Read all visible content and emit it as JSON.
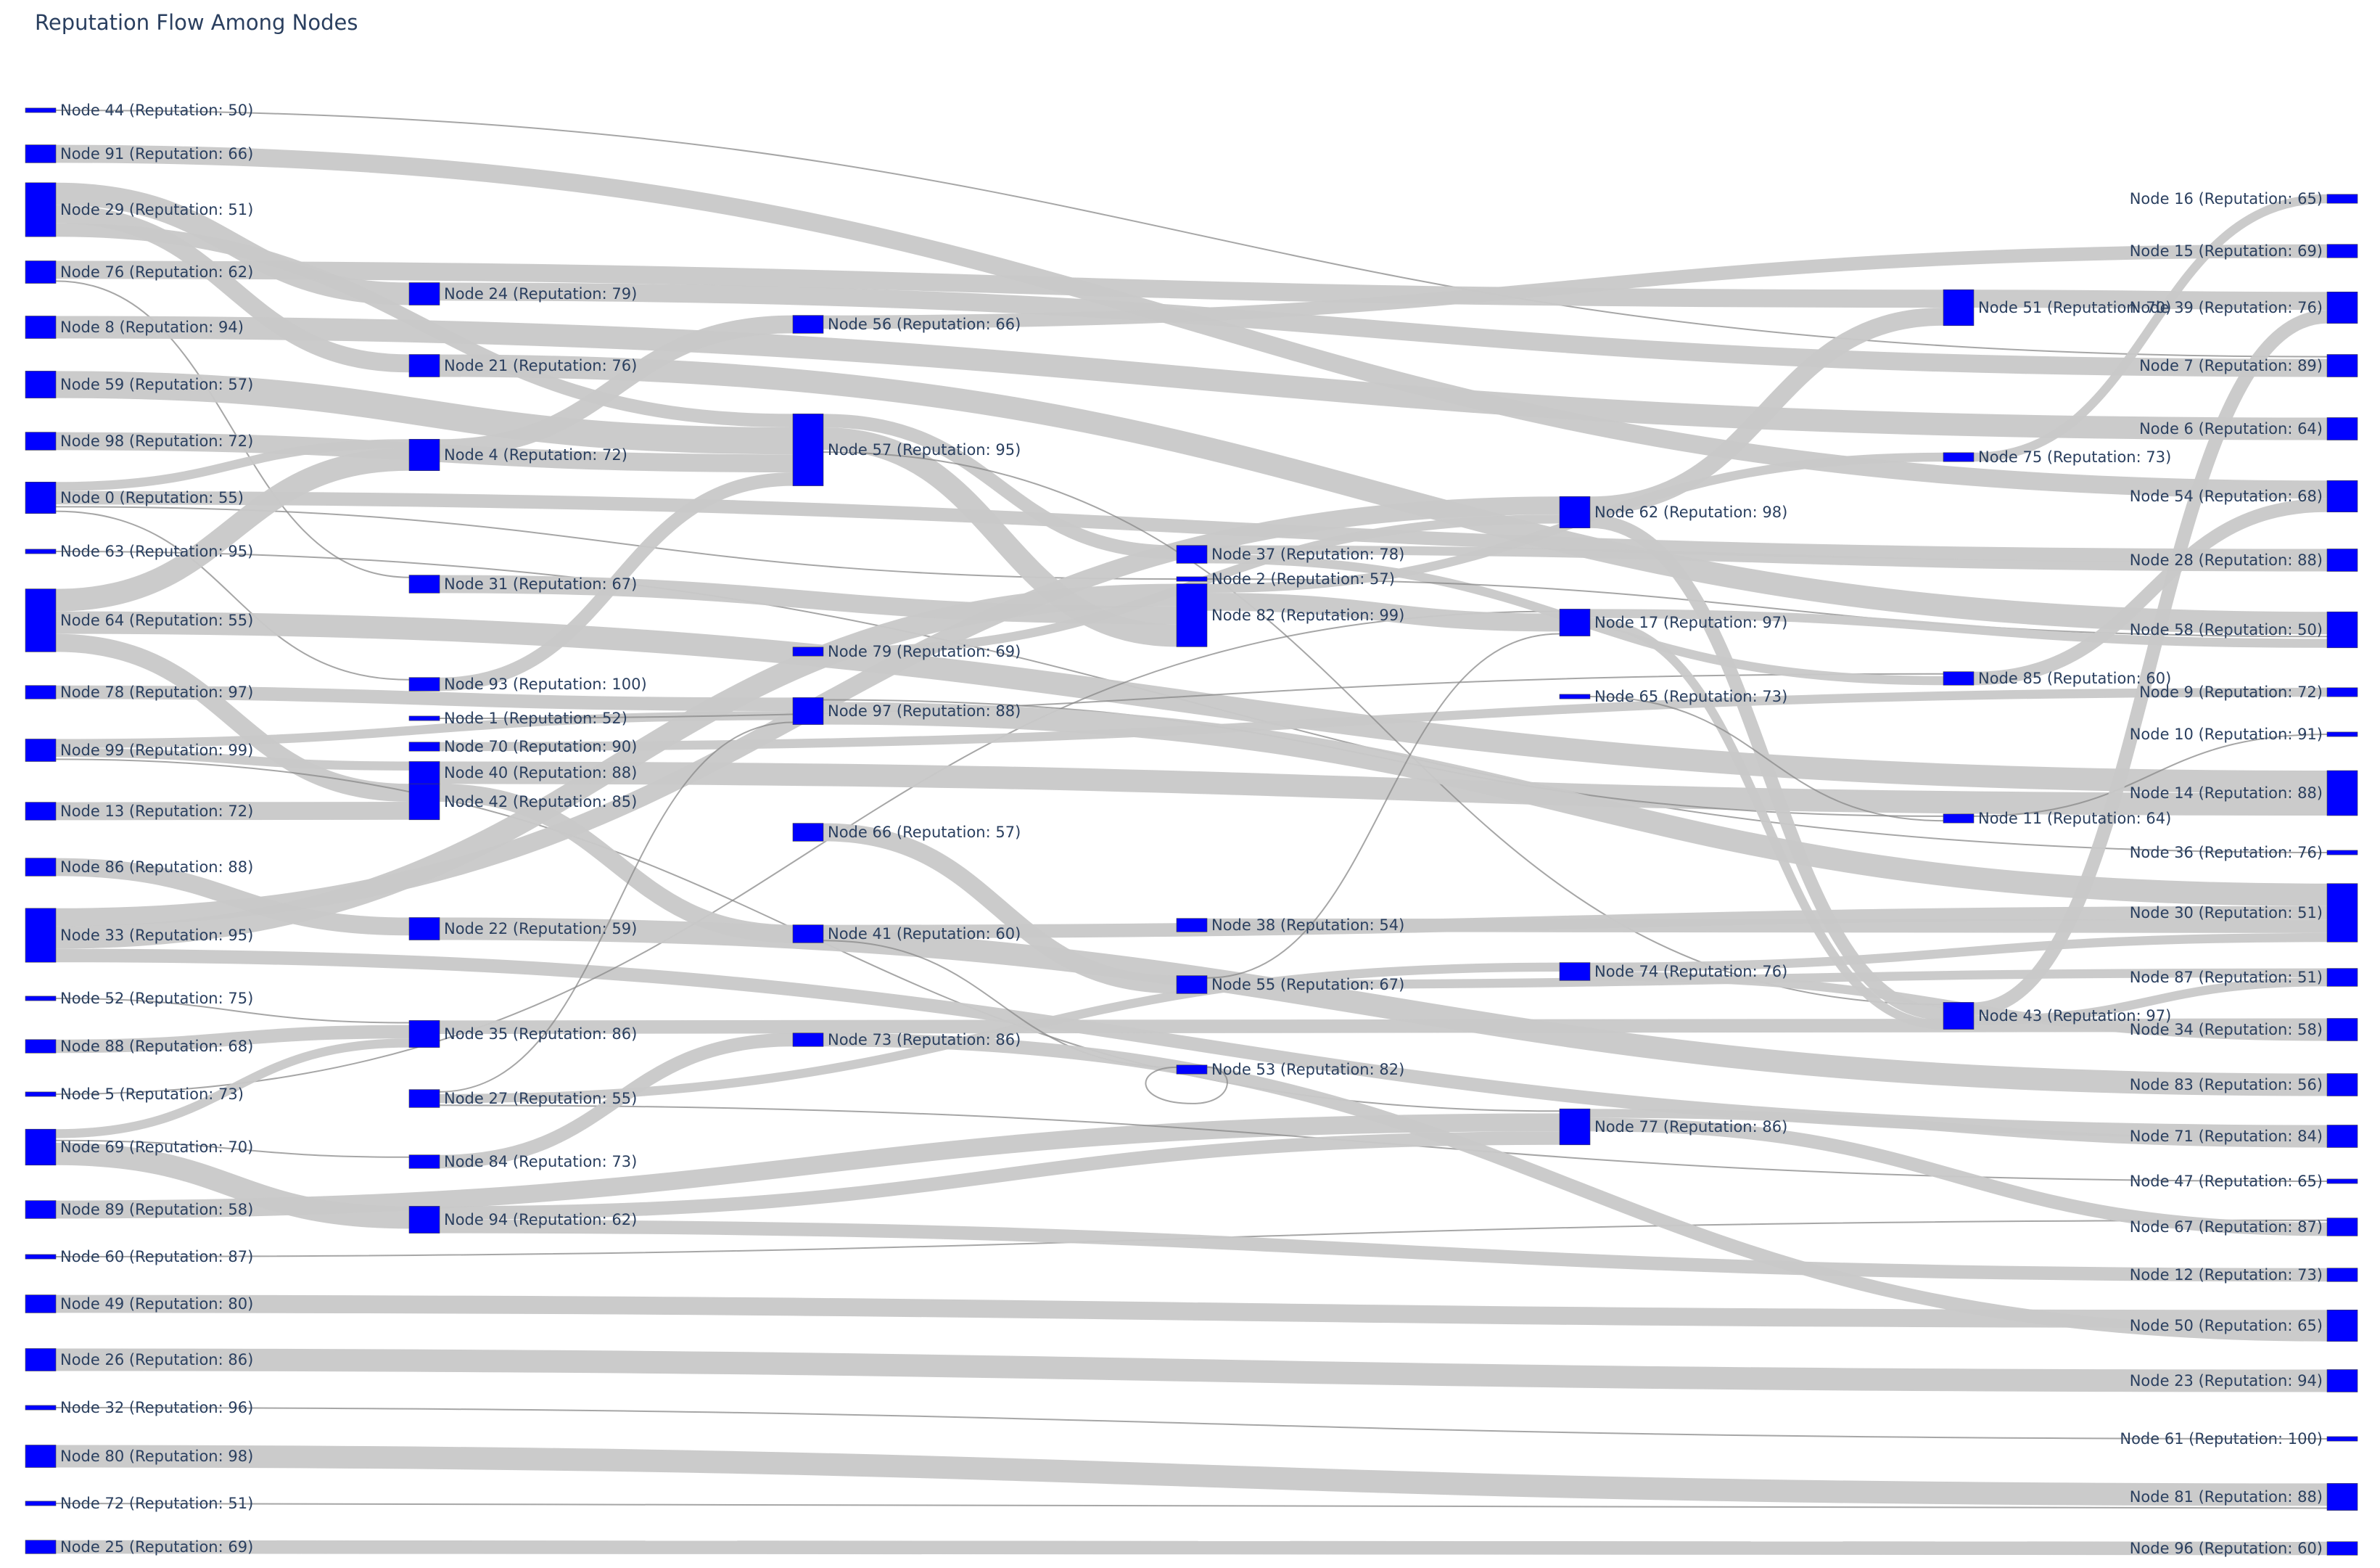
{
  "chart_data": {
    "type": "sankey",
    "title": "Reputation Flow Among Nodes",
    "node_color": "#0000ff",
    "link_color": "#c8c8c8",
    "link_shadow_color": "#888888",
    "nodes": [
      {
        "id": "44",
        "label": "Node 44 (Reputation: 50)"
      },
      {
        "id": "91",
        "label": "Node 91 (Reputation: 66)"
      },
      {
        "id": "29",
        "label": "Node 29 (Reputation: 51)"
      },
      {
        "id": "76",
        "label": "Node 76 (Reputation: 62)"
      },
      {
        "id": "8",
        "label": "Node 8 (Reputation: 94)"
      },
      {
        "id": "59",
        "label": "Node 59 (Reputation: 57)"
      },
      {
        "id": "98",
        "label": "Node 98 (Reputation: 72)"
      },
      {
        "id": "0",
        "label": "Node 0 (Reputation: 55)"
      },
      {
        "id": "63",
        "label": "Node 63 (Reputation: 95)"
      },
      {
        "id": "64",
        "label": "Node 64 (Reputation: 55)"
      },
      {
        "id": "78",
        "label": "Node 78 (Reputation: 97)"
      },
      {
        "id": "99",
        "label": "Node 99 (Reputation: 99)"
      },
      {
        "id": "13",
        "label": "Node 13 (Reputation: 72)"
      },
      {
        "id": "86",
        "label": "Node 86 (Reputation: 88)"
      },
      {
        "id": "33",
        "label": "Node 33 (Reputation: 95)"
      },
      {
        "id": "52",
        "label": "Node 52 (Reputation: 75)"
      },
      {
        "id": "88",
        "label": "Node 88 (Reputation: 68)"
      },
      {
        "id": "5",
        "label": "Node 5 (Reputation: 73)"
      },
      {
        "id": "69",
        "label": "Node 69 (Reputation: 70)"
      },
      {
        "id": "89",
        "label": "Node 89 (Reputation: 58)"
      },
      {
        "id": "60",
        "label": "Node 60 (Reputation: 87)"
      },
      {
        "id": "49",
        "label": "Node 49 (Reputation: 80)"
      },
      {
        "id": "26",
        "label": "Node 26 (Reputation: 86)"
      },
      {
        "id": "32",
        "label": "Node 32 (Reputation: 96)"
      },
      {
        "id": "80",
        "label": "Node 80 (Reputation: 98)"
      },
      {
        "id": "72",
        "label": "Node 72 (Reputation: 51)"
      },
      {
        "id": "25",
        "label": "Node 25 (Reputation: 69)"
      },
      {
        "id": "24",
        "label": "Node 24 (Reputation: 79)"
      },
      {
        "id": "21",
        "label": "Node 21 (Reputation: 76)"
      },
      {
        "id": "4",
        "label": "Node 4 (Reputation: 72)"
      },
      {
        "id": "31",
        "label": "Node 31 (Reputation: 67)"
      },
      {
        "id": "93",
        "label": "Node 93 (Reputation: 100)"
      },
      {
        "id": "1",
        "label": "Node 1 (Reputation: 52)"
      },
      {
        "id": "70",
        "label": "Node 70 (Reputation: 90)"
      },
      {
        "id": "40",
        "label": "Node 40 (Reputation: 88)"
      },
      {
        "id": "42",
        "label": "Node 42 (Reputation: 85)"
      },
      {
        "id": "22",
        "label": "Node 22 (Reputation: 59)"
      },
      {
        "id": "35",
        "label": "Node 35 (Reputation: 86)"
      },
      {
        "id": "27",
        "label": "Node 27 (Reputation: 55)"
      },
      {
        "id": "84",
        "label": "Node 84 (Reputation: 73)"
      },
      {
        "id": "94",
        "label": "Node 94 (Reputation: 62)"
      },
      {
        "id": "56",
        "label": "Node 56 (Reputation: 66)"
      },
      {
        "id": "57",
        "label": "Node 57 (Reputation: 95)"
      },
      {
        "id": "79",
        "label": "Node 79 (Reputation: 69)"
      },
      {
        "id": "97",
        "label": "Node 97 (Reputation: 88)"
      },
      {
        "id": "66",
        "label": "Node 66 (Reputation: 57)"
      },
      {
        "id": "41",
        "label": "Node 41 (Reputation: 60)"
      },
      {
        "id": "73",
        "label": "Node 73 (Reputation: 86)"
      },
      {
        "id": "37",
        "label": "Node 37 (Reputation: 78)"
      },
      {
        "id": "2",
        "label": "Node 2 (Reputation: 57)"
      },
      {
        "id": "82",
        "label": "Node 82 (Reputation: 99)"
      },
      {
        "id": "38",
        "label": "Node 38 (Reputation: 54)"
      },
      {
        "id": "55",
        "label": "Node 55 (Reputation: 67)"
      },
      {
        "id": "53",
        "label": "Node 53 (Reputation: 82)"
      },
      {
        "id": "62",
        "label": "Node 62 (Reputation: 98)"
      },
      {
        "id": "17",
        "label": "Node 17 (Reputation: 97)"
      },
      {
        "id": "65",
        "label": "Node 65 (Reputation: 73)"
      },
      {
        "id": "74",
        "label": "Node 74 (Reputation: 76)"
      },
      {
        "id": "77",
        "label": "Node 77 (Reputation: 86)"
      },
      {
        "id": "51",
        "label": "Node 51 (Reputation: 70)"
      },
      {
        "id": "75",
        "label": "Node 75 (Reputation: 73)"
      },
      {
        "id": "85",
        "label": "Node 85 (Reputation: 60)"
      },
      {
        "id": "11",
        "label": "Node 11 (Reputation: 64)"
      },
      {
        "id": "43",
        "label": "Node 43 (Reputation: 97)"
      },
      {
        "id": "16",
        "label": "Node 16 (Reputation: 65)"
      },
      {
        "id": "15",
        "label": "Node 15 (Reputation: 69)"
      },
      {
        "id": "39",
        "label": "Node 39 (Reputation: 76)"
      },
      {
        "id": "7",
        "label": "Node 7 (Reputation: 89)"
      },
      {
        "id": "6",
        "label": "Node 6 (Reputation: 64)"
      },
      {
        "id": "54",
        "label": "Node 54 (Reputation: 68)"
      },
      {
        "id": "28",
        "label": "Node 28 (Reputation: 88)"
      },
      {
        "id": "58",
        "label": "Node 58 (Reputation: 50)"
      },
      {
        "id": "9",
        "label": "Node 9 (Reputation: 72)"
      },
      {
        "id": "10",
        "label": "Node 10 (Reputation: 91)"
      },
      {
        "id": "14",
        "label": "Node 14 (Reputation: 88)"
      },
      {
        "id": "36",
        "label": "Node 36 (Reputation: 76)"
      },
      {
        "id": "30",
        "label": "Node 30 (Reputation: 51)"
      },
      {
        "id": "87",
        "label": "Node 87 (Reputation: 51)"
      },
      {
        "id": "34",
        "label": "Node 34 (Reputation: 58)"
      },
      {
        "id": "83",
        "label": "Node 83 (Reputation: 56)"
      },
      {
        "id": "71",
        "label": "Node 71 (Reputation: 84)"
      },
      {
        "id": "47",
        "label": "Node 47 (Reputation: 65)"
      },
      {
        "id": "67",
        "label": "Node 67 (Reputation: 87)"
      },
      {
        "id": "12",
        "label": "Node 12 (Reputation: 73)"
      },
      {
        "id": "50",
        "label": "Node 50 (Reputation: 65)"
      },
      {
        "id": "23",
        "label": "Node 23 (Reputation: 94)"
      },
      {
        "id": "61",
        "label": "Node 61 (Reputation: 100)"
      },
      {
        "id": "81",
        "label": "Node 81 (Reputation: 88)"
      },
      {
        "id": "96",
        "label": "Node 96 (Reputation: 60)"
      }
    ],
    "links": [
      {
        "source": "44",
        "target": "7",
        "value": 1
      },
      {
        "source": "91",
        "target": "54",
        "value": 4
      },
      {
        "source": "29",
        "target": "24",
        "value": 5
      },
      {
        "source": "29",
        "target": "21",
        "value": 4
      },
      {
        "source": "29",
        "target": "57",
        "value": 3
      },
      {
        "source": "76",
        "target": "51",
        "value": 4
      },
      {
        "source": "76",
        "target": "31",
        "value": 1
      },
      {
        "source": "8",
        "target": "6",
        "value": 5
      },
      {
        "source": "59",
        "target": "57",
        "value": 6
      },
      {
        "source": "98",
        "target": "57",
        "value": 4
      },
      {
        "source": "0",
        "target": "2",
        "value": 1
      },
      {
        "source": "0",
        "target": "28",
        "value": 3
      },
      {
        "source": "0",
        "target": "93",
        "value": 1
      },
      {
        "source": "0",
        "target": "4",
        "value": 2
      },
      {
        "source": "63",
        "target": "36",
        "value": 1
      },
      {
        "source": "64",
        "target": "4",
        "value": 5
      },
      {
        "source": "64",
        "target": "14",
        "value": 5
      },
      {
        "source": "64",
        "target": "42",
        "value": 4
      },
      {
        "source": "78",
        "target": "97",
        "value": 3
      },
      {
        "source": "99",
        "target": "40",
        "value": 2
      },
      {
        "source": "99",
        "target": "97",
        "value": 2
      },
      {
        "source": "99",
        "target": "77",
        "value": 1
      },
      {
        "source": "13",
        "target": "42",
        "value": 4
      },
      {
        "source": "86",
        "target": "22",
        "value": 4
      },
      {
        "source": "33",
        "target": "82",
        "value": 5
      },
      {
        "source": "33",
        "target": "62",
        "value": 4
      },
      {
        "source": "33",
        "target": "71",
        "value": 3
      },
      {
        "source": "52",
        "target": "35",
        "value": 1
      },
      {
        "source": "88",
        "target": "35",
        "value": 3
      },
      {
        "source": "5",
        "target": "17",
        "value": 1
      },
      {
        "source": "69",
        "target": "35",
        "value": 2
      },
      {
        "source": "69",
        "target": "94",
        "value": 5
      },
      {
        "source": "69",
        "target": "84",
        "value": 1
      },
      {
        "source": "89",
        "target": "77",
        "value": 4
      },
      {
        "source": "60",
        "target": "67",
        "value": 1
      },
      {
        "source": "49",
        "target": "50",
        "value": 4
      },
      {
        "source": "26",
        "target": "23",
        "value": 5
      },
      {
        "source": "32",
        "target": "61",
        "value": 1
      },
      {
        "source": "80",
        "target": "81",
        "value": 5
      },
      {
        "source": "72",
        "target": "81",
        "value": 1
      },
      {
        "source": "25",
        "target": "96",
        "value": 3
      },
      {
        "source": "24",
        "target": "7",
        "value": 4
      },
      {
        "source": "21",
        "target": "58",
        "value": 5
      },
      {
        "source": "4",
        "target": "56",
        "value": 4
      },
      {
        "source": "31",
        "target": "82",
        "value": 4
      },
      {
        "source": "93",
        "target": "57",
        "value": 3
      },
      {
        "source": "1",
        "target": "85",
        "value": 1
      },
      {
        "source": "70",
        "target": "9",
        "value": 2
      },
      {
        "source": "40",
        "target": "14",
        "value": 5
      },
      {
        "source": "42",
        "target": "41",
        "value": 4
      },
      {
        "source": "22",
        "target": "83",
        "value": 5
      },
      {
        "source": "35",
        "target": "34",
        "value": 3
      },
      {
        "source": "27",
        "target": "74",
        "value": 2
      },
      {
        "source": "27",
        "target": "97",
        "value": 1
      },
      {
        "source": "27",
        "target": "47",
        "value": 1
      },
      {
        "source": "84",
        "target": "73",
        "value": 3
      },
      {
        "source": "94",
        "target": "77",
        "value": 3
      },
      {
        "source": "94",
        "target": "12",
        "value": 3
      },
      {
        "source": "56",
        "target": "15",
        "value": 3
      },
      {
        "source": "57",
        "target": "82",
        "value": 5
      },
      {
        "source": "57",
        "target": "37",
        "value": 3
      },
      {
        "source": "57",
        "target": "43",
        "value": 1
      },
      {
        "source": "79",
        "target": "62",
        "value": 2
      },
      {
        "source": "97",
        "target": "30",
        "value": 5
      },
      {
        "source": "97",
        "target": "11",
        "value": 1
      },
      {
        "source": "66",
        "target": "55",
        "value": 4
      },
      {
        "source": "41",
        "target": "30",
        "value": 3
      },
      {
        "source": "41",
        "target": "53",
        "value": 1
      },
      {
        "source": "73",
        "target": "50",
        "value": 3
      },
      {
        "source": "37",
        "target": "85",
        "value": 2
      },
      {
        "source": "37",
        "target": "28",
        "value": 2
      },
      {
        "source": "2",
        "target": "58",
        "value": 1
      },
      {
        "source": "82",
        "target": "17",
        "value": 4
      },
      {
        "source": "82",
        "target": "75",
        "value": 2
      },
      {
        "source": "38",
        "target": "30",
        "value": 3
      },
      {
        "source": "55",
        "target": "17",
        "value": 1
      },
      {
        "source": "55",
        "target": "87",
        "value": 2
      },
      {
        "source": "53",
        "target": "53",
        "value": 1
      },
      {
        "source": "62",
        "target": "51",
        "value": 4
      },
      {
        "source": "62",
        "target": "43",
        "value": 3
      },
      {
        "source": "17",
        "target": "43",
        "value": 2
      },
      {
        "source": "17",
        "target": "58",
        "value": 2
      },
      {
        "source": "65",
        "target": "11",
        "value": 1
      },
      {
        "source": "74",
        "target": "34",
        "value": 2
      },
      {
        "source": "74",
        "target": "30",
        "value": 2
      },
      {
        "source": "77",
        "target": "67",
        "value": 3
      },
      {
        "source": "77",
        "target": "71",
        "value": 2
      },
      {
        "source": "51",
        "target": "39",
        "value": 4
      },
      {
        "source": "75",
        "target": "16",
        "value": 2
      },
      {
        "source": "85",
        "target": "54",
        "value": 3
      },
      {
        "source": "11",
        "target": "10",
        "value": 1
      },
      {
        "source": "43",
        "target": "39",
        "value": 3
      },
      {
        "source": "43",
        "target": "87",
        "value": 2
      }
    ]
  }
}
